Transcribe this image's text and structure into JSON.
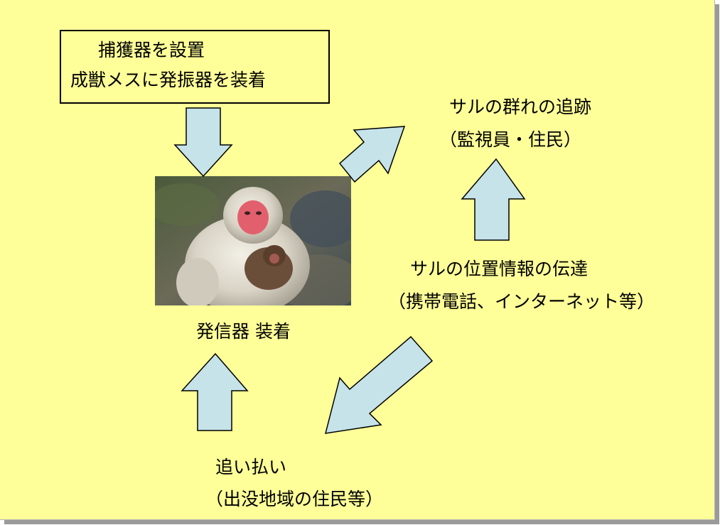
{
  "capture": {
    "line1": "捕獲器を設置",
    "line2": "成獣メスに発振器を装着"
  },
  "tracking": {
    "line1": "サルの群れの追跡",
    "line2": "（監視員・住民）"
  },
  "transmitter_caption": "発信器 装着",
  "location_info": {
    "line1": "サルの位置情報の伝達",
    "line2": "（携帯電話、インターネット等）"
  },
  "repel": {
    "line1": "追い払い",
    "line2": "（出没地域の住民等）"
  },
  "colors": {
    "background": "#ffff99",
    "arrow_fill": "#c5e3e9",
    "arrow_stroke": "#000000"
  }
}
